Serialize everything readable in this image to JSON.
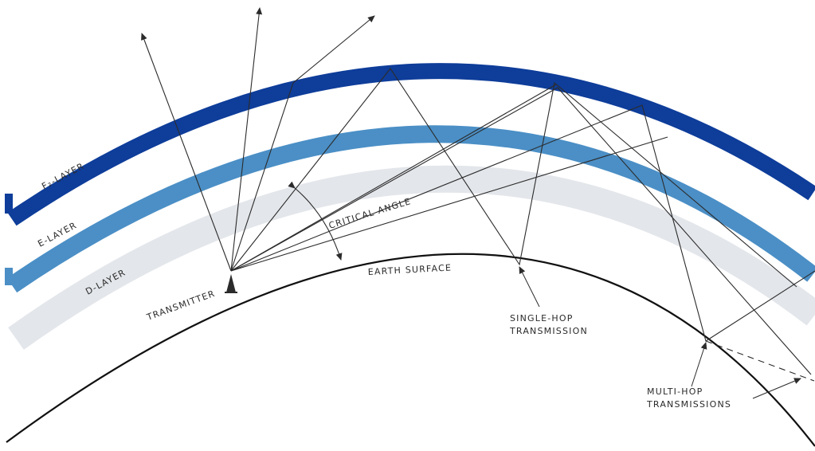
{
  "labels": {
    "f2_layer": "F₂-LAYER",
    "e_layer": "E-LAYER",
    "d_layer": "D-LAYER",
    "transmitter": "TRANSMITTER",
    "earth_surface": "EARTH SURFACE",
    "critical_angle": "CRITICAL ANGLE",
    "single_hop_line1": "SINGLE-HOP",
    "single_hop_line2": "TRANSMISSION",
    "multi_hop_line1": "MULTI-HOP",
    "multi_hop_line2": "TRANSMISSIONS"
  },
  "colors": {
    "f2_layer": "#0e3d9a",
    "e_layer": "#4b8fc6",
    "d_layer": "#d9dde3",
    "earth_line": "#111111",
    "rays": "#2b2b2b"
  }
}
